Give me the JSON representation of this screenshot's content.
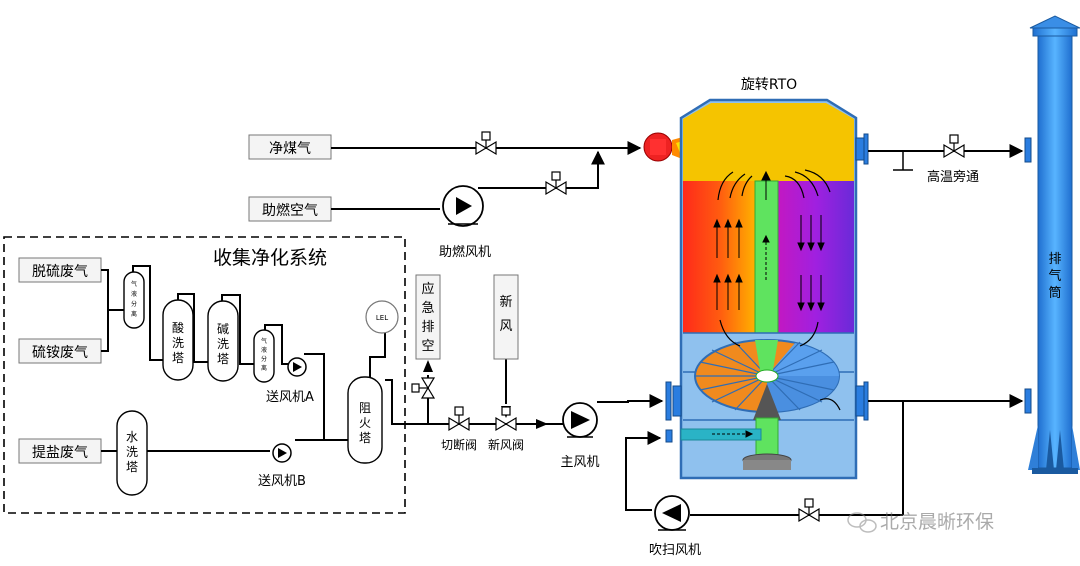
{
  "title": "旋转RTO",
  "inputs": {
    "gas": "净煤气",
    "air": "助燃空气",
    "desulf": "脱硫废气",
    "ammonium": "硫铵废气",
    "salt": "提盐废气"
  },
  "system_label": "收集净化系统",
  "equipment": {
    "gas_liquid_sep": [
      "气",
      "液",
      "分",
      "离"
    ],
    "acid_wash": [
      "酸",
      "洗",
      "塔"
    ],
    "alkali_wash": [
      "碱",
      "洗",
      "塔"
    ],
    "water_wash": [
      "水",
      "洗",
      "塔"
    ],
    "flame_arrester": [
      "阻",
      "火",
      "塔"
    ],
    "lel": "LEL",
    "emergency": [
      "应",
      "急",
      "排",
      "空"
    ],
    "fresh_air": [
      "新",
      "风"
    ],
    "stack": [
      "排",
      "气",
      "筒"
    ]
  },
  "labels": {
    "fan_a": "送风机A",
    "fan_b": "送风机B",
    "combustion_fan": "助燃风机",
    "shutoff_valve": "切断阀",
    "fresh_valve": "新风阀",
    "main_fan": "主风机",
    "purge_fan": "吹扫风机",
    "bypass": "高温旁通"
  },
  "watermark": "北京晨晰环保",
  "colors": {
    "pipe": "#000000",
    "vessel_top": "#f5c400",
    "vessel_bottom": "#8fc1ee",
    "vessel_outline": "#2f6db5",
    "stack": "#3a8ee6",
    "wheel": "#f08a1e",
    "center_duct": "#5fe35f"
  }
}
